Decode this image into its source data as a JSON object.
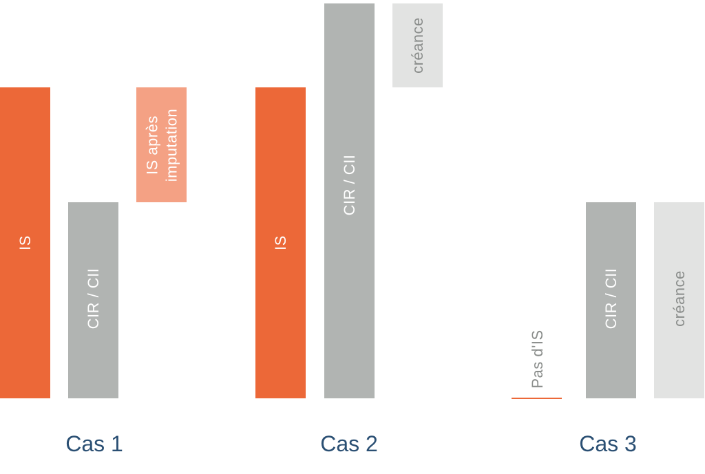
{
  "colors": {
    "is": "#ec6838",
    "is_after": "#f4a184",
    "cir": "#b1b4b2",
    "creance": "#e2e3e2",
    "label_light": "#ffffff",
    "label_dark": "#8a8d8b",
    "case_text": "#2a4f73"
  },
  "cases": [
    {
      "label": "Cas 1",
      "bars": [
        {
          "kind": "is",
          "label": "IS",
          "level": [
            0,
            1.0
          ]
        },
        {
          "kind": "cir",
          "label": "CIR / CII",
          "level": [
            0,
            0.63
          ]
        },
        {
          "kind": "is_after",
          "label": "IS après\nimputation",
          "level": [
            0.63,
            1.0
          ]
        }
      ]
    },
    {
      "label": "Cas 2",
      "bars": [
        {
          "kind": "is",
          "label": "IS",
          "level": [
            0,
            1.0
          ]
        },
        {
          "kind": "cir",
          "label": "CIR / CII",
          "level": [
            0,
            1.27
          ]
        },
        {
          "kind": "creance",
          "label": "créance",
          "level": [
            1.0,
            1.27
          ]
        }
      ]
    },
    {
      "label": "Cas 3",
      "bars": [
        {
          "kind": "none",
          "label": "Pas d'IS",
          "level": [
            0,
            0
          ]
        },
        {
          "kind": "cir",
          "label": "CIR / CII",
          "level": [
            0,
            0.63
          ]
        },
        {
          "kind": "creance",
          "label": "créance",
          "level": [
            0,
            0.63
          ]
        }
      ]
    }
  ]
}
